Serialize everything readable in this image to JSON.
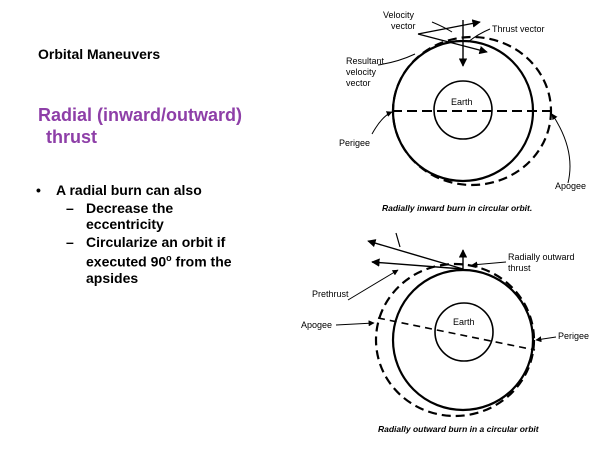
{
  "slide": {
    "heading": "Orbital Maneuvers",
    "title_line1": "Radial (inward/outward)",
    "title_line2": "thrust",
    "bullet": "A radial burn can also",
    "sub_items": [
      {
        "lines": [
          "Decrease the",
          "eccentricity"
        ]
      },
      {
        "lines": [
          "Circularize an orbit if",
          "executed 90",
          "o",
          " from the",
          "apsides"
        ]
      }
    ]
  },
  "colors": {
    "title": "#8e3fa8",
    "text": "#000000"
  },
  "figure_top": {
    "labels": {
      "velocity_vector": [
        "Velocity",
        "vector"
      ],
      "thrust_vector": "Thrust vector",
      "resultant": [
        "Resultant",
        "velocity",
        "vector"
      ],
      "earth": "Earth",
      "perigee": "Perigee",
      "apogee": "Apogee"
    },
    "caption": "Radially inward burn in circular orbit."
  },
  "figure_bottom": {
    "labels": {
      "radially_outward": [
        "Radially outward",
        "thrust"
      ],
      "prethrust": "Prethrust",
      "apogee": "Apogee",
      "earth": "Earth",
      "perigee": "Perigee"
    },
    "caption": "Radially outward burn in a circular orbit"
  }
}
